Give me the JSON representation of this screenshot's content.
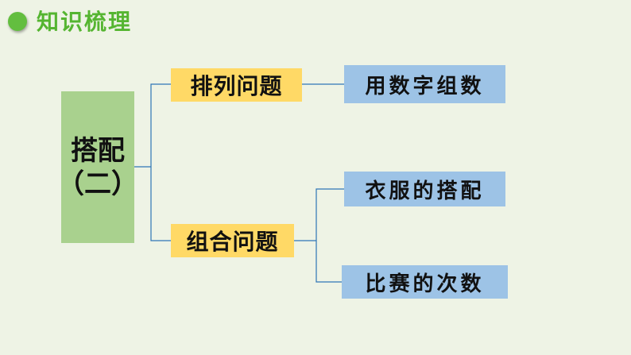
{
  "header": {
    "title": "知识梳理"
  },
  "diagram": {
    "root": {
      "line1": "搭配",
      "line2": "（二）"
    },
    "categories": [
      {
        "label": "排列问题"
      },
      {
        "label": "组合问题"
      }
    ],
    "leaves": [
      {
        "label": "用数字组数"
      },
      {
        "label": "衣服的搭配"
      },
      {
        "label": "比赛的次数"
      }
    ],
    "colors": {
      "background": "#eef3e5",
      "accent": "#55b531",
      "root_fill": "#a9d18e",
      "category_fill": "#ffd966",
      "leaf_fill": "#9dc3e6",
      "connector": "#2e75b6"
    }
  }
}
